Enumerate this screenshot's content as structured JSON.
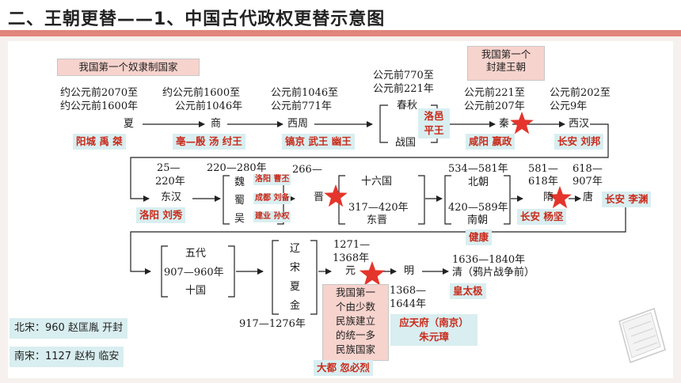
{
  "title": "二、王朝更替——1、中国古代政权更替示意图",
  "labels": {
    "first_slave_state": "我国第一个奴隶制国家",
    "first_feudal_l1": "我国第一个",
    "first_feudal_l2": "封建王朝",
    "xia_date1": "约公元前2070至",
    "xia_date2": "约公元前1600年",
    "shang_date1": "约公元前1600至",
    "shang_date2": "公元前1046年",
    "xizhou_date1": "公元前1046至",
    "xizhou_date2": "公元前771年",
    "dongzhou_date1": "公元前770至",
    "dongzhou_date2": "公元前221年",
    "qin_date1": "公元前221至",
    "qin_date2": "公元前207年",
    "xihan_date1": "公元前202至",
    "xihan_date2": "公元9年",
    "xia": "夏",
    "shang": "商",
    "xizhou": "西周",
    "chunqiu": "春秋",
    "zhanguo": "战国",
    "qin": "秦",
    "xihan": "西汉",
    "donghan_date1": "25—",
    "donghan_date2": "220年",
    "donghan": "东汉",
    "sanguo_date": "220—280年",
    "wei": "魏",
    "shu": "蜀",
    "wu": "吴",
    "xijin_date": "266—",
    "xijin_suffix": "晋",
    "shiliuguo": "十六国",
    "dongjin_date": "317—420年",
    "dongjin": "东晋",
    "nanbeichao_date": "534—581年",
    "beichao": "北朝",
    "nanchao_date": "420—589年",
    "nanchao": "南朝",
    "sui_date1": "581—",
    "sui_date2": "618年",
    "sui": "隋",
    "tang_date1": "618—",
    "tang_date2": "907年",
    "tang": "唐",
    "wudai": "五代",
    "wudai_date": "907—960年",
    "shiguo": "十国",
    "liao": "辽",
    "song": "宋",
    "xixia": "夏",
    "jin": "金",
    "song_date": "917—1276年",
    "yuan_date1": "1271—",
    "yuan_date2": "1368年",
    "yuan": "元",
    "ming": "明",
    "ming_date1": "1368—",
    "ming_date2": "1644年",
    "qing_date": "1636—1840年",
    "qing": "清（鸦片战争前）",
    "yuan_note_l1": "我国第一",
    "yuan_note_l2": "个由少数",
    "yuan_note_l3": "民族建立",
    "yuan_note_l4": "的统一多",
    "yuan_note_l5": "民族国家"
  },
  "annotations": {
    "xia": "阳城  禹  桀",
    "shang": "亳—殷  汤 纣王",
    "xizhou": "镐京 武王 幽王",
    "dongzhou_l1": "洛邑",
    "dongzhou_l2": "平王",
    "qin": "咸阳 嬴政",
    "xihan": "长安 刘邦",
    "donghan": "洛阳 刘秀",
    "wei": "洛阳 曹丕",
    "shu": "成都 刘备",
    "wu": "建业 孙权",
    "nanchao": "健康",
    "sui": "长安 杨坚",
    "tang": "长安 李渊",
    "yuan": "大都 忽必烈",
    "ming_l1": "应天府（南京）",
    "ming_l2": "朱元璋",
    "qing": "皇太极"
  },
  "notes": {
    "beisong": "北宋：960 赵匡胤 开封",
    "nansong": "南宋：1127 赵构 临安"
  },
  "colors": {
    "header_accent": "#e2857b",
    "annotation_bg": "#d9eef0",
    "annotation_text": "#c92a1a",
    "star": "#e4352c",
    "pink_box": "#f7d3cd"
  }
}
